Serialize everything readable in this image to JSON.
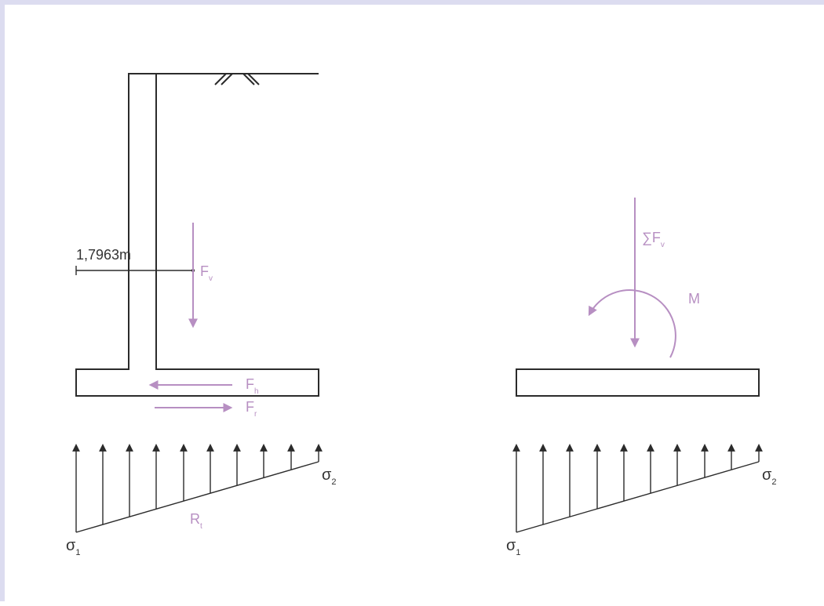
{
  "left": {
    "distance_label": "1,7963m",
    "fv_main": "F",
    "fv_sub": "v",
    "fh_main": "F",
    "fh_sub": "h",
    "fr_main": "F",
    "fr_sub": "r",
    "rt_main": "R",
    "rt_sub": "t",
    "sigma1_main": "σ",
    "sigma1_sub": "1",
    "sigma2_main": "σ",
    "sigma2_sub": "2"
  },
  "right": {
    "sum_fv_main": "∑F",
    "sum_fv_sub": "v",
    "moment_label": "M",
    "sigma1_main": "σ",
    "sigma1_sub": "1",
    "sigma2_main": "σ",
    "sigma2_sub": "2"
  },
  "colors": {
    "structure": "#2b2b2b",
    "force": "#b78fc2",
    "border": "#dcdcf0"
  }
}
